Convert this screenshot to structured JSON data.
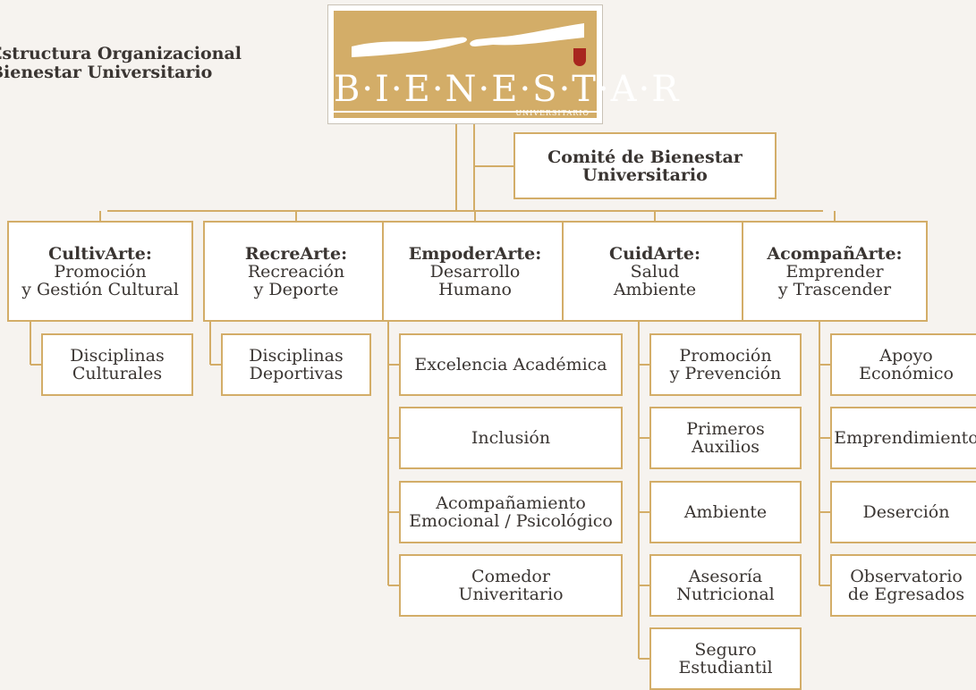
{
  "title": [
    "Estructura Organizacional",
    "Bienestar Universitario"
  ],
  "logo": {
    "word": "B·I·E·N·E·S·T·A·R",
    "sub": "UNIVERSITARIO"
  },
  "committee": [
    "Comité de Bienestar",
    "Universitario"
  ],
  "areas": [
    {
      "name": "CultivArte:",
      "lines": [
        "Promoción",
        "y Gestión Cultural"
      ],
      "items": [
        [
          "Disciplinas",
          "Culturales"
        ]
      ]
    },
    {
      "name": "RecreArte:",
      "lines": [
        "Recreación",
        "y Deporte"
      ],
      "items": [
        [
          "Disciplinas",
          "Deportivas"
        ]
      ]
    },
    {
      "name": "EmpoderArte:",
      "lines": [
        "Desarrollo",
        "Humano"
      ],
      "items": [
        [
          "Excelencia Académica"
        ],
        [
          "Inclusión"
        ],
        [
          "Acompañamiento",
          "Emocional / Psicológico"
        ],
        [
          "Comedor",
          "Univeritario"
        ]
      ]
    },
    {
      "name": "CuidArte:",
      "lines": [
        "Salud",
        "Ambiente"
      ],
      "items": [
        [
          "Promoción",
          "y Prevención"
        ],
        [
          "Primeros",
          "Auxilios"
        ],
        [
          "Ambiente"
        ],
        [
          "Asesoría",
          "Nutricional"
        ],
        [
          "Seguro",
          "Estudiantil"
        ]
      ]
    },
    {
      "name": "AcompañArte:",
      "lines": [
        "Emprender",
        "y Trascender"
      ],
      "items": [
        [
          "Apoyo",
          "Económico"
        ],
        [
          "Emprendimiento"
        ],
        [
          "Deserción"
        ],
        [
          "Observatorio",
          "de Egresados"
        ]
      ]
    }
  ],
  "colors": {
    "accent": "#d3ad68",
    "text": "#3a3532",
    "background": "#f6f3ef"
  }
}
